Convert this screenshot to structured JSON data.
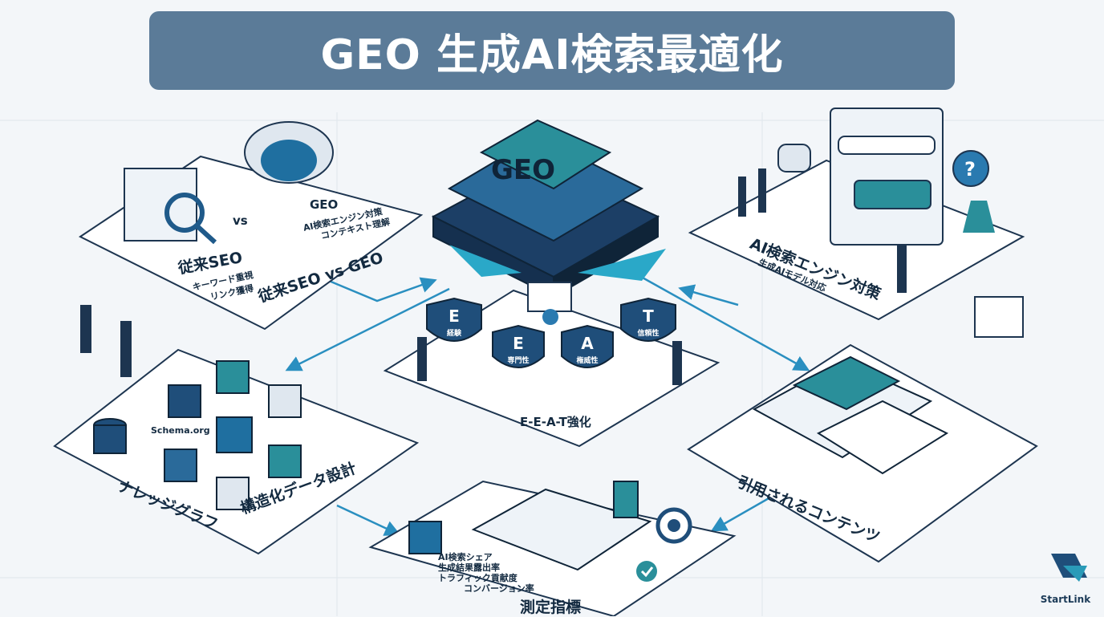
{
  "title": "GEO 生成AI検索最適化",
  "colors": {
    "title_bg": "#5b7b98",
    "accent": "#2a9bb8",
    "dark_blue": "#1f4e7a",
    "teal": "#2a8f9a"
  },
  "center": {
    "label": "GEO"
  },
  "seo_vs_geo": {
    "title": "従来SEO vs GEO",
    "vs": "vs",
    "left_title": "従来SEO",
    "left_items": [
      "キーワード重視",
      "リンク獲得"
    ],
    "right_title": "GEO",
    "right_items": [
      "AI検索エンジン対策",
      "コンテキスト理解"
    ]
  },
  "ai_engine": {
    "title": "AI検索エンジン対策",
    "subtitle": "生成AIモデル対応"
  },
  "eeat": {
    "title": "E-E-A-T強化",
    "shields": [
      {
        "letter": "E",
        "label": "経験"
      },
      {
        "letter": "E",
        "label": "専門性"
      },
      {
        "letter": "A",
        "label": "権威性"
      },
      {
        "letter": "T",
        "label": "信頼性"
      }
    ]
  },
  "structured": {
    "schema": "Schema.org",
    "knowledge_graph": "ナレッジグラフ",
    "title": "構造化データ設計"
  },
  "content": {
    "title": "引用されるコンテンツ"
  },
  "metrics": {
    "title": "測定指標",
    "items": [
      "AI検索シェア",
      "生成結果露出率",
      "トラフィック貢献度",
      "コンバージョン率"
    ]
  },
  "logo": {
    "name": "StartLink"
  }
}
